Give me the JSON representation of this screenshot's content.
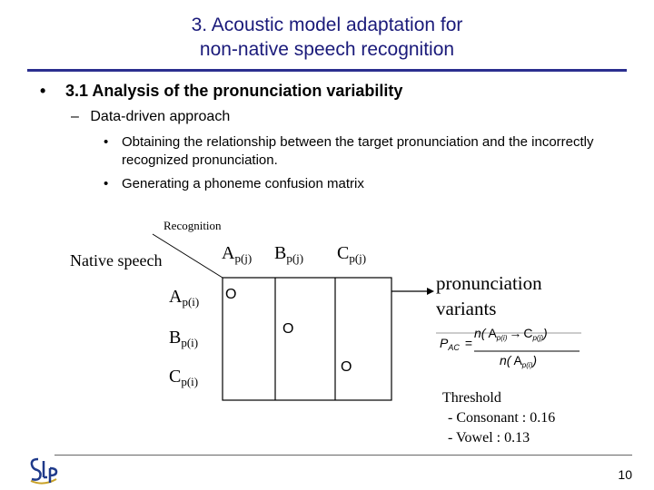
{
  "title": {
    "line1": "3. Acoustic model adaptation for",
    "line2": "non-native speech recognition"
  },
  "bullets": {
    "level1": "3.1 Analysis of the pronunciation variability",
    "level2": "Data-driven approach",
    "level3": [
      "Obtaining the relationship between the target pronunciation and the incorrectly recognized pronunciation.",
      "Generating a phoneme confusion matrix"
    ]
  },
  "matrix": {
    "corner_top": "Recognition",
    "corner_left": "Native speech",
    "columns": [
      {
        "main": "A",
        "sub": "p(j)"
      },
      {
        "main": "B",
        "sub": "p(j)"
      },
      {
        "main": "C",
        "sub": "p(j)"
      }
    ],
    "rows": [
      {
        "main": "A",
        "sub": "p(i)"
      },
      {
        "main": "B",
        "sub": "p(i)"
      },
      {
        "main": "C",
        "sub": "p(i)"
      }
    ],
    "marks": [
      "O",
      "O",
      "O"
    ]
  },
  "annotation": {
    "line1": "pronunciation",
    "line2": "variants"
  },
  "formula": {
    "lhs": "P",
    "lhs_sub": "AC",
    "num_n": "n(",
    "num_a": "A",
    "num_a_sub": "p(i)",
    "num_arrow": "→",
    "num_c": "C",
    "num_c_sub": "p(j)",
    "num_close": ")",
    "den_n": "n(",
    "den_a": "A",
    "den_a_sub": "p(i)",
    "den_close": ")"
  },
  "threshold": {
    "title": "Threshold",
    "consonant": "- Consonant : 0.16",
    "vowel": "- Vowel : 0.13"
  },
  "logo_text": "SLP",
  "page_number": "10",
  "colors": {
    "title": "#1a1a7a",
    "rule": "#2b2f8f",
    "logo_blue": "#1f3a8a",
    "logo_gold": "#c9a227"
  }
}
